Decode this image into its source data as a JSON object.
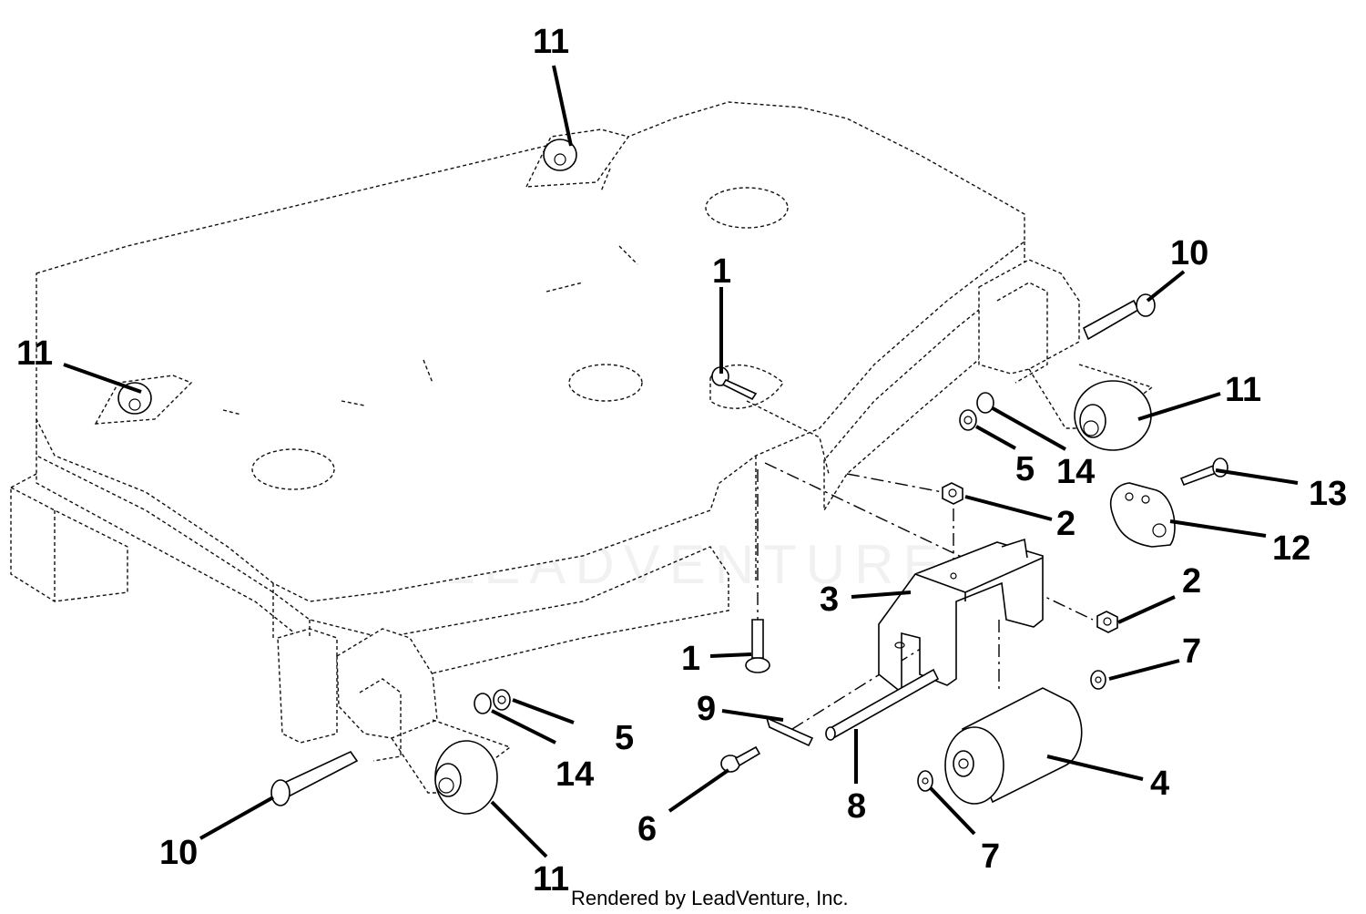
{
  "callouts": {
    "c11_top": "11",
    "c11_left": "11",
    "c11_right": "11",
    "c11_bottom": "11",
    "c1_top": "1",
    "c1_bottom": "1",
    "c10_right": "10",
    "c10_left": "10",
    "c5_right": "5",
    "c5_left": "5",
    "c14_right": "14",
    "c14_left": "14",
    "c13": "13",
    "c12": "12",
    "c2_upper": "2",
    "c2_lower": "2",
    "c3": "3",
    "c7_upper": "7",
    "c7_lower": "7",
    "c9": "9",
    "c8": "8",
    "c6": "6",
    "c4": "4"
  },
  "watermark": "LEADVENTURE",
  "footer": "Rendered by LeadVenture, Inc."
}
